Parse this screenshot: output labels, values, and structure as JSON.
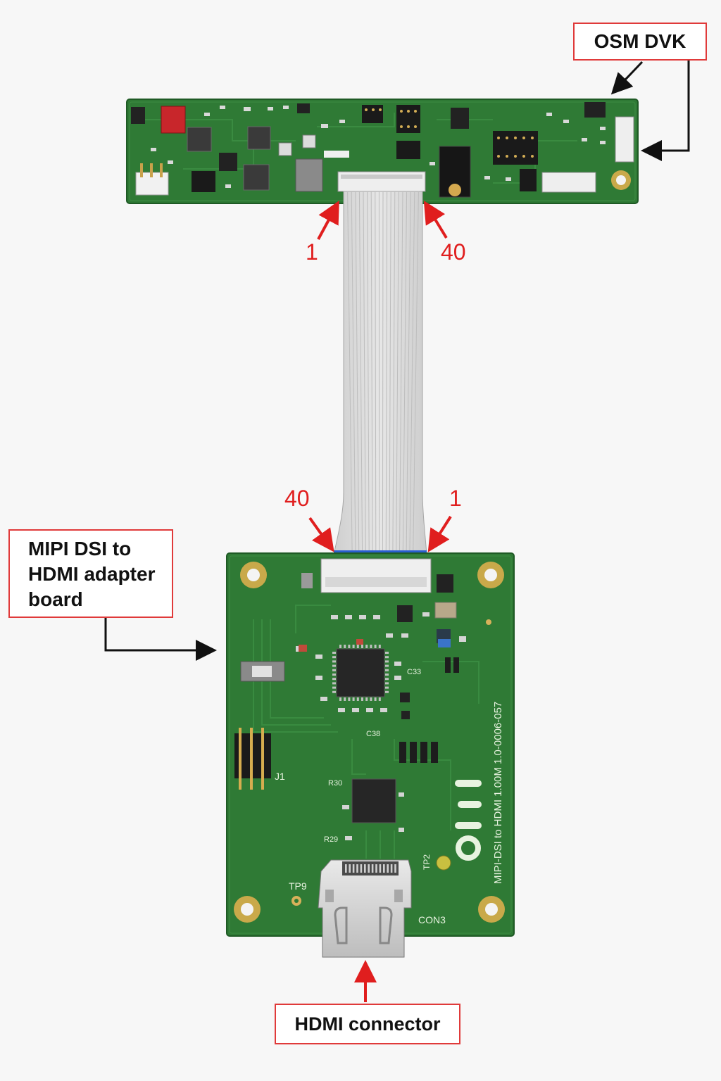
{
  "labels": {
    "osm_dvk": "OSM DVK",
    "adapter_board": [
      "MIPI DSI to",
      "HDMI adapter",
      "board"
    ],
    "hdmi_connector": "HDMI connector"
  },
  "pins": {
    "top_left": "1",
    "top_right": "40",
    "bottom_left": "40",
    "bottom_right": "1"
  },
  "silkscreen": {
    "board_text": "MIPI-DSI to HDMI 1.00M 1.0-0006-057",
    "j1": "J1",
    "tp9": "TP9",
    "tp2": "TP2",
    "con3": "CON3",
    "r30": "R30",
    "r29": "R29",
    "c38": "C38",
    "c33": "C33"
  },
  "colors": {
    "pcb_green": "#2f7a35",
    "callout_border": "#e03a3a",
    "pin_label": "#e01e1e",
    "ribbon": "#d9d9d9",
    "ribbon_stiffener": "#2a5fd0"
  }
}
